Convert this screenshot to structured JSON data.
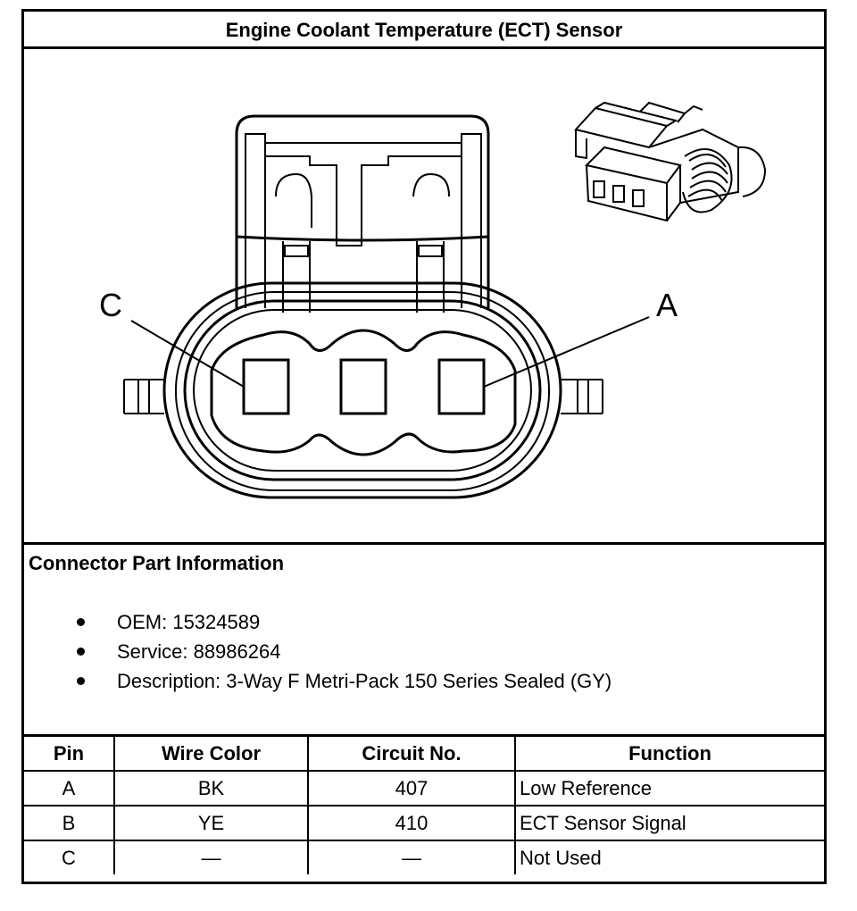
{
  "title": "Engine Coolant Temperature (ECT) Sensor",
  "diagram": {
    "pin_labels": {
      "left": "C",
      "right": "A"
    },
    "icons": [
      "connector-face-drawing",
      "connector-isometric-icon"
    ]
  },
  "connector_info": {
    "heading": "Connector Part Information",
    "items": [
      "OEM: 15324589",
      "Service: 88986264",
      "Description: 3-Way F Metri-Pack 150 Series Sealed (GY)"
    ]
  },
  "pin_table": {
    "headers": [
      "Pin",
      "Wire Color",
      "Circuit No.",
      "Function"
    ],
    "rows": [
      [
        "A",
        "BK",
        "407",
        "Low Reference"
      ],
      [
        "B",
        "YE",
        "410",
        "ECT Sensor Signal"
      ],
      [
        "C",
        "—",
        "—",
        "Not Used"
      ]
    ]
  }
}
